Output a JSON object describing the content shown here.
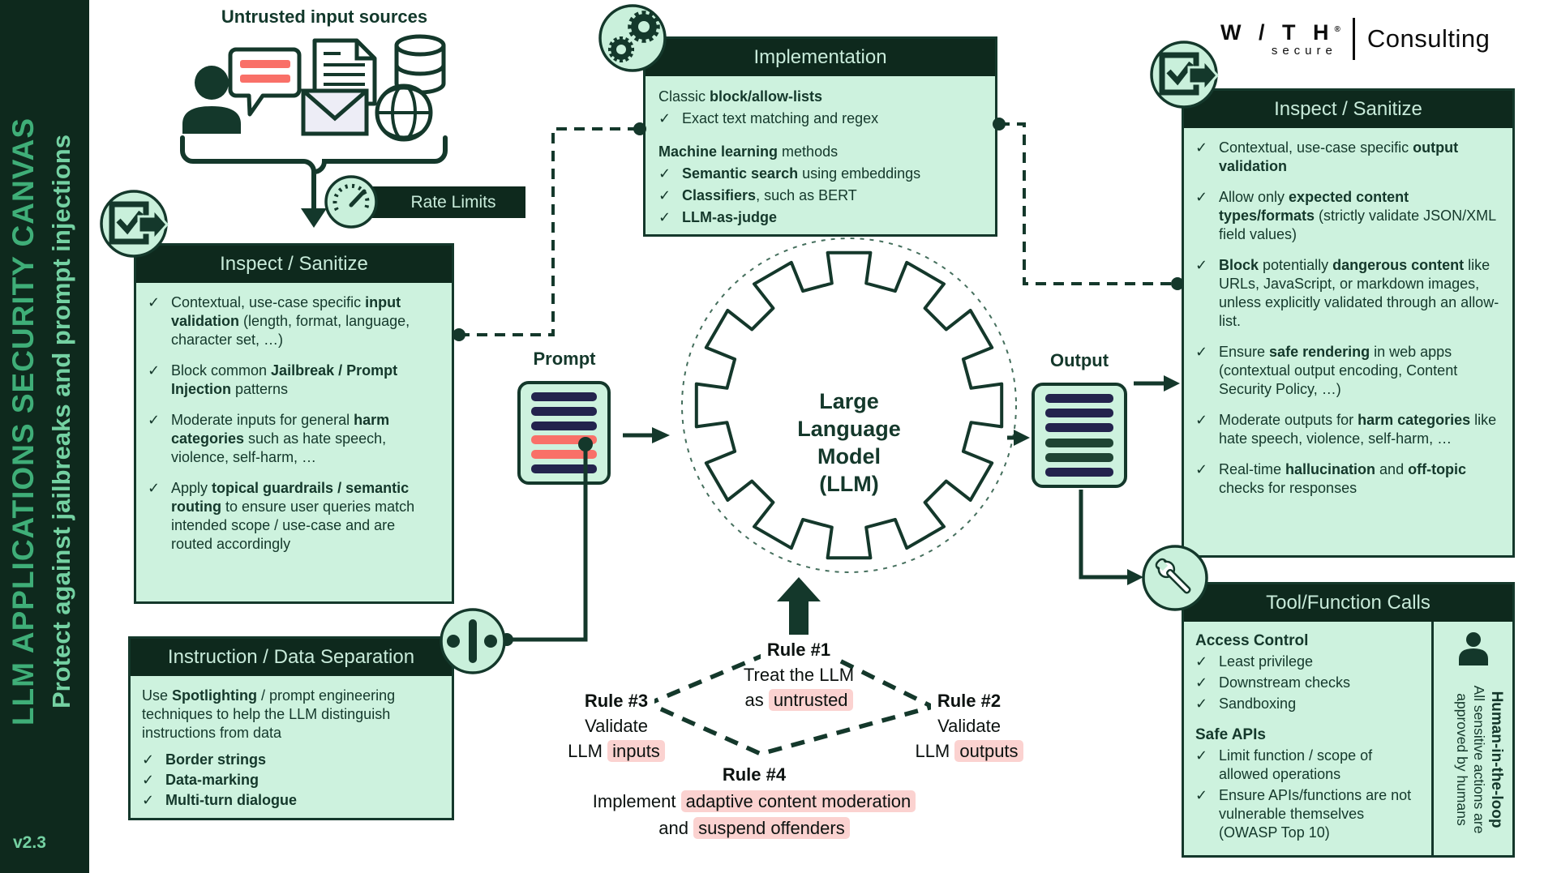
{
  "colors": {
    "dark_green": "#0E291D",
    "panel_mint": "#CDF2DE",
    "icon_mint": "#C9F0DB",
    "text_green": "#14382B",
    "sidebar_title_green": "#3FAE78",
    "sidebar_subtitle_green": "#74D1A2",
    "header_text_mint": "#C8EBDA",
    "red": "#F97068",
    "pink_highlight": "#FBD2D0",
    "navy": "#23234D",
    "logo_black": "#0D0D0D"
  },
  "icons": {
    "check": "✓"
  },
  "sidebar": {
    "title": "LLM APPLICATIONS SECURITY CANVAS",
    "subtitle": "Protect against jailbreaks and prompt injections",
    "version": "v2.3"
  },
  "logo": {
    "brand": "W / T H",
    "reg": "®",
    "brand_sub": "secure",
    "division": "Consulting"
  },
  "untrusted_sources": {
    "title": "Untrusted input sources"
  },
  "rate_limits": {
    "label": "Rate Limits"
  },
  "inspect_input": {
    "title": "Inspect / Sanitize",
    "items": [
      [
        {
          "t": "Contextual, use-case specific "
        },
        {
          "t": "input validation",
          "b": true
        },
        {
          "t": " (length, format, language, character set, …)"
        }
      ],
      [
        {
          "t": "Block common "
        },
        {
          "t": "Jailbreak / Prompt Injection",
          "b": true
        },
        {
          "t": " patterns"
        }
      ],
      [
        {
          "t": "Moderate inputs for general "
        },
        {
          "t": "harm categories",
          "b": true
        },
        {
          "t": " such as hate speech, violence, self-harm, …"
        }
      ],
      [
        {
          "t": "Apply "
        },
        {
          "t": "topical guardrails / semantic routing",
          "b": true
        },
        {
          "t": " to ensure user queries match intended scope / use-case and are routed accordingly"
        }
      ]
    ]
  },
  "implementation": {
    "title": "Implementation",
    "groups": [
      {
        "heading": [
          {
            "t": "Classic "
          },
          {
            "t": "block/allow-lists",
            "b": true
          }
        ],
        "items": [
          [
            {
              "t": "Exact text matching and regex"
            }
          ]
        ]
      },
      {
        "heading": [
          {
            "t": "Machine learning",
            "b": true
          },
          {
            "t": " methods"
          }
        ],
        "items": [
          [
            {
              "t": "Semantic search",
              "b": true
            },
            {
              "t": " using embeddings"
            }
          ],
          [
            {
              "t": "Classifiers",
              "b": true
            },
            {
              "t": ", such as BERT"
            }
          ],
          [
            {
              "t": "LLM-as-judge",
              "b": true
            }
          ]
        ]
      }
    ]
  },
  "instruction_separation": {
    "title": "Instruction / Data Separation",
    "intro": [
      {
        "t": "Use "
      },
      {
        "t": "Spotlighting",
        "b": true
      },
      {
        "t": " / prompt engineering techniques to help the LLM distinguish instructions from data"
      }
    ],
    "items": [
      [
        {
          "t": "Border strings",
          "b": true
        }
      ],
      [
        {
          "t": "Data-marking",
          "b": true
        }
      ],
      [
        {
          "t": "Multi-turn dialogue",
          "b": true
        }
      ]
    ]
  },
  "prompt": {
    "label": "Prompt",
    "bars": [
      "navy",
      "navy",
      "navy",
      "red",
      "red",
      "navy"
    ]
  },
  "llm": {
    "lines": [
      "Large",
      "Language",
      "Model",
      "(LLM)"
    ]
  },
  "output": {
    "label": "Output",
    "bars": [
      "navy",
      "navy",
      "navy",
      "green",
      "green",
      "navy"
    ]
  },
  "rules": {
    "rule1": {
      "label": "Rule #1",
      "line1": "Treat the LLM",
      "line2": [
        {
          "t": "as "
        },
        {
          "t": "untrusted",
          "hl": true
        }
      ]
    },
    "rule2": {
      "label": "Rule #2",
      "line1": "Validate",
      "line2": [
        {
          "t": "LLM "
        },
        {
          "t": "outputs",
          "hl": true
        }
      ]
    },
    "rule3": {
      "label": "Rule #3",
      "line1": "Validate",
      "line2": [
        {
          "t": "LLM "
        },
        {
          "t": "inputs",
          "hl": true
        }
      ]
    },
    "rule4": {
      "label": "Rule #4",
      "line1": [
        {
          "t": "Implement "
        },
        {
          "t": "adaptive content moderation",
          "hl": true
        }
      ],
      "line2": [
        {
          "t": "and "
        },
        {
          "t": "suspend offenders",
          "hl": true
        }
      ]
    }
  },
  "inspect_output": {
    "title": "Inspect / Sanitize",
    "items": [
      [
        {
          "t": "Contextual, use-case specific "
        },
        {
          "t": "output validation",
          "b": true
        }
      ],
      [
        {
          "t": "Allow only "
        },
        {
          "t": "expected content types/formats",
          "b": true
        },
        {
          "t": " (strictly validate JSON/XML field values)"
        }
      ],
      [
        {
          "t": "Block",
          "b": true
        },
        {
          "t": " potentially "
        },
        {
          "t": "dangerous content",
          "b": true
        },
        {
          "t": " like URLs, JavaScript, or markdown images, unless explicitly validated through an allow-list."
        }
      ],
      [
        {
          "t": "Ensure "
        },
        {
          "t": "safe rendering",
          "b": true
        },
        {
          "t": " in web apps (contextual output encoding, Content Security Policy, …)"
        }
      ],
      [
        {
          "t": "Moderate outputs for "
        },
        {
          "t": "harm categories",
          "b": true
        },
        {
          "t": " like hate speech, violence, self-harm, …"
        }
      ],
      [
        {
          "t": "Real-time "
        },
        {
          "t": "hallucination",
          "b": true
        },
        {
          "t": " and "
        },
        {
          "t": "off-topic",
          "b": true
        },
        {
          "t": " checks for responses"
        }
      ]
    ]
  },
  "tool_calls": {
    "title": "Tool/Function Calls",
    "access_control": {
      "heading": "Access Control",
      "items": [
        "Least privilege",
        "Downstream checks",
        "Sandboxing"
      ]
    },
    "safe_apis": {
      "heading": "Safe APIs",
      "items": [
        "Limit function / scope of allowed operations",
        "Ensure APIs/functions are not vulnerable themselves (OWASP Top 10)"
      ]
    },
    "human_in_the_loop": {
      "heading": "Human-in-the-loop",
      "text": "All sensitive actions are approved by humans"
    }
  }
}
